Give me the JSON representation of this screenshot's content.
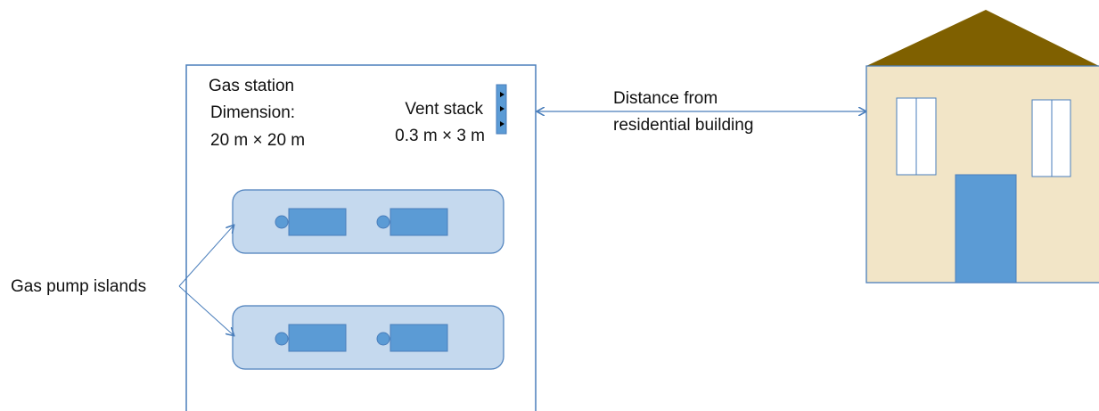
{
  "station": {
    "title": "Gas station",
    "dimension_label": "Dimension:",
    "dimension_value": "20 m × 20 m",
    "vent_label": "Vent stack",
    "vent_size": "0.3 m × 3 m"
  },
  "labels": {
    "islands": "Gas pump islands",
    "distance_line1": "Distance from",
    "distance_line2": "residential building"
  },
  "colors": {
    "outline": "#4a7ebb",
    "island_fill": "#c5d9ee",
    "pump_fill": "#5b9bd5",
    "wall_fill": "#f2e5c7",
    "roof_fill": "#7f6000",
    "door_fill": "#5b9bd5",
    "window_fill": "#ffffff"
  }
}
